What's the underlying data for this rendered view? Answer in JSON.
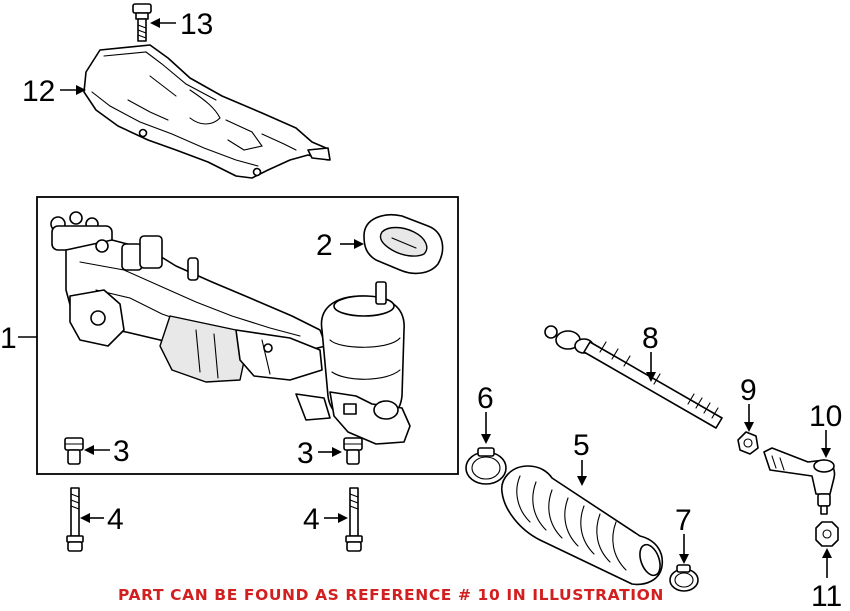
{
  "callouts": [
    "1",
    "2",
    "3",
    "3",
    "4",
    "4",
    "5",
    "6",
    "7",
    "8",
    "9",
    "10",
    "11",
    "12",
    "13"
  ],
  "notice": "PART CAN BE FOUND AS REFERENCE # 10 IN ILLUSTRATION",
  "colors": {
    "notice": "#d21f1f",
    "line": "#000000",
    "background": "#ffffff"
  }
}
